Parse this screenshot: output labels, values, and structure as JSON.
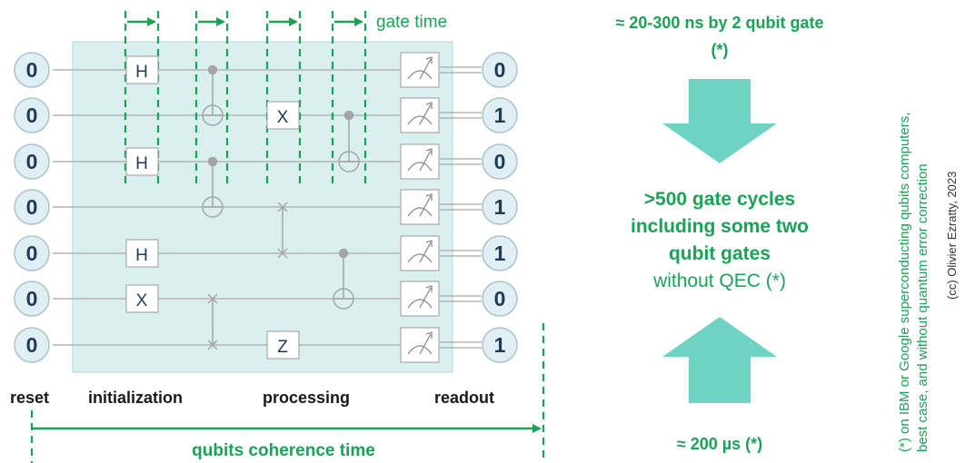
{
  "header": {
    "gate_time": "gate time"
  },
  "circuit": {
    "initial_states": [
      "0",
      "0",
      "0",
      "0",
      "0",
      "0",
      "0"
    ],
    "readout_values": [
      "0",
      "1",
      "0",
      "1",
      "1",
      "0",
      "1"
    ],
    "gates": {
      "h_q1": "H",
      "h_q3": "H",
      "h_q5": "H",
      "x_q6": "X",
      "x_q2": "X",
      "z_q7": "Z"
    }
  },
  "phases": {
    "reset": "reset",
    "initialization": "initialization",
    "processing": "processing",
    "readout": "readout"
  },
  "coherence": {
    "label": "qubits coherence time"
  },
  "right_panel": {
    "gate_speed_line1": "≈ 20-300 ns by 2 qubit gate",
    "gate_speed_line2": "(*)",
    "cycles_line1": ">500 gate cycles",
    "cycles_line2": "including some two",
    "cycles_line3": "qubit gates",
    "cycles_line4": "without QEC (*)",
    "coherence_value": "≈ 200 µs (*)"
  },
  "side_note": {
    "line1": "(*) on IBM or Google superconducting qubits computers,",
    "line2": "best case, and without quantum error correction"
  },
  "credit": "(cc) Olivier Ezratty, 2023",
  "colors": {
    "accent_green": "#1aa356",
    "arrow_teal": "#6fd3c4",
    "circuit_bg": "#d9f0ef",
    "qubit_bubble": "#dfeff4",
    "qubit_text": "#1f3b57"
  }
}
